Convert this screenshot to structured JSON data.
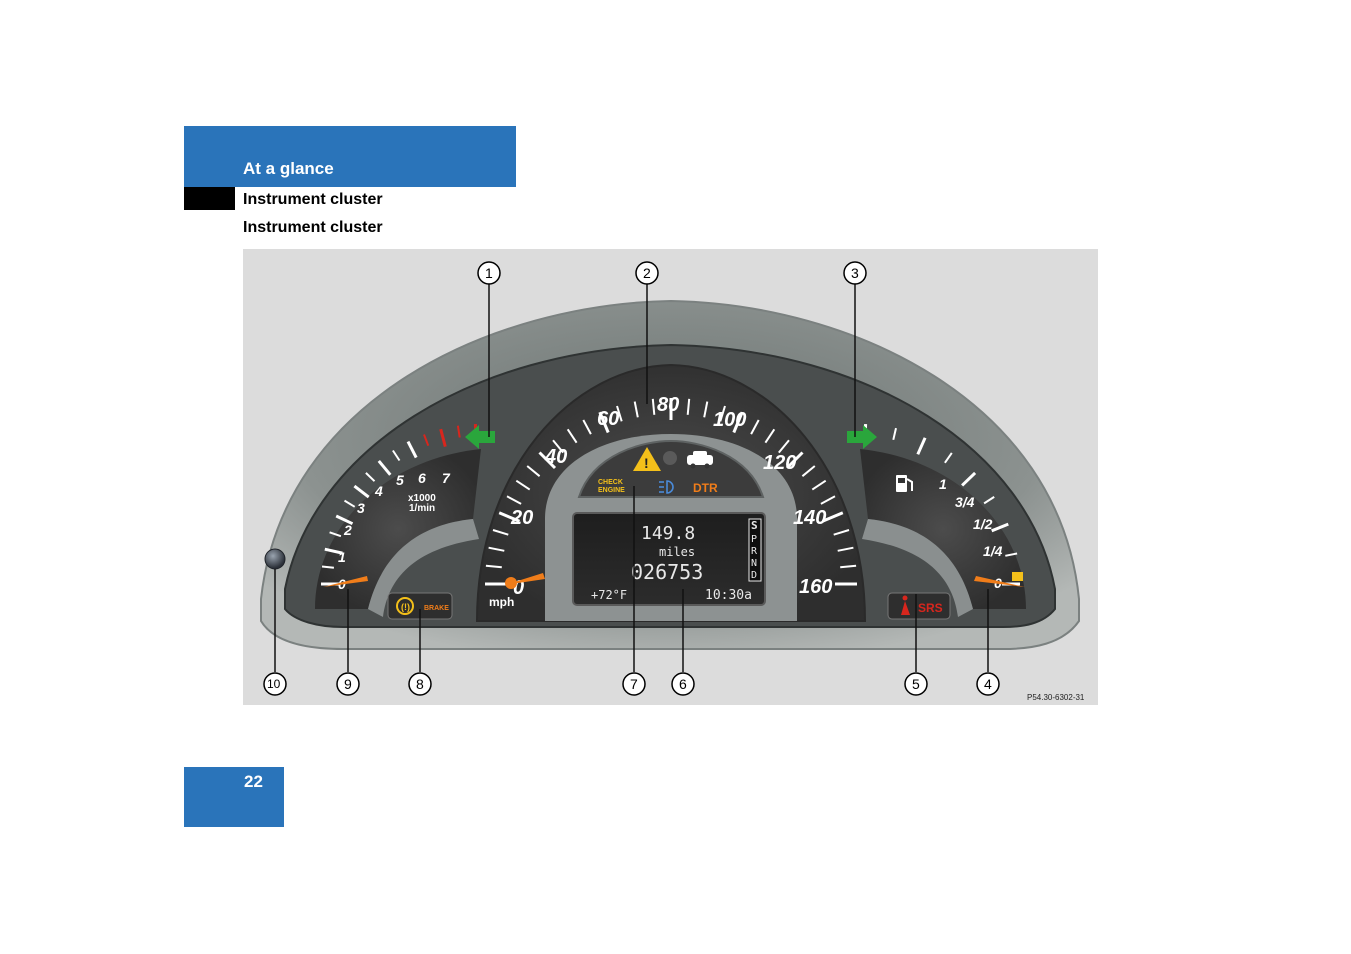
{
  "header": {
    "title": "At a glance",
    "subtitle": "Instrument cluster"
  },
  "section": {
    "title": "Instrument cluster"
  },
  "page": {
    "number": "22"
  },
  "figure": {
    "code": "P54.30-6302-31",
    "callouts": [
      "1",
      "2",
      "3",
      "4",
      "5",
      "6",
      "7",
      "8",
      "9",
      "10"
    ],
    "speedometer": {
      "labels": [
        "0",
        "20",
        "40",
        "60",
        "80",
        "100",
        "120",
        "140",
        "160"
      ],
      "unit": "mph"
    },
    "tachometer": {
      "labels": [
        "0",
        "1",
        "2",
        "3",
        "4",
        "5",
        "6",
        "7"
      ],
      "unit_line1": "x1000",
      "unit_line2": "1/min"
    },
    "fuel_gauge": {
      "labels": [
        "1",
        "3/4",
        "1/2",
        "1/4",
        "0"
      ]
    },
    "display": {
      "trip": "149.8",
      "trip_unit": "miles",
      "odometer": "026753",
      "temperature": "+72°F",
      "clock": "10:30a",
      "gear_positions": [
        "P",
        "R",
        "N",
        "D"
      ],
      "gear_selected": "S"
    },
    "lamps": {
      "check_engine_line1": "CHECK",
      "check_engine_line2": "ENGINE",
      "dtr": "DTR",
      "brake": "BRAKE",
      "srs": "SRS"
    },
    "colors": {
      "accent_blue": "#2a74ba",
      "needle": "#f07d1a",
      "turn_signal": "#2aa63c",
      "warning_red": "#d8261d",
      "warning_yellow": "#f4c01a"
    }
  }
}
